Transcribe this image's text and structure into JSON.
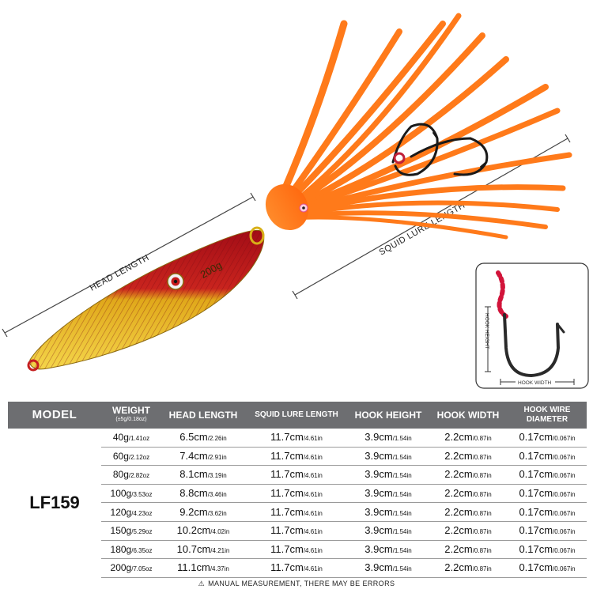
{
  "illustration": {
    "head_length_label": "HEAD LENGTH",
    "squid_lure_length_label": "SQUID LURE LENGTH",
    "lure_weight_mark": "200g",
    "hook_height_label": "HOOK HEIGHT",
    "hook_width_label": "HOOK WIDTH",
    "colors": {
      "lure_gold": "#e8c21a",
      "lure_red": "#b3121b",
      "squid_orange": "#ff7a1a",
      "table_header": "#6d6e71"
    },
    "icons": [
      "lure-icon",
      "squid-skirt-icon",
      "treble-hook-icon",
      "assist-hook-icon"
    ]
  },
  "table": {
    "headers": {
      "model": "MODEL",
      "weight": "WEIGHT",
      "weight_tolerance": "(±5g/0.18oz)",
      "head_length": "HEAD LENGTH",
      "squid_lure_length": "SQUID LURE LENGTH",
      "hook_height": "HOOK HEIGHT",
      "hook_width": "HOOK WIDTH",
      "hook_wire_diameter": "HOOK WIRE DIAMETER"
    },
    "model": "LF159",
    "rows": [
      {
        "weight": "40g",
        "weight_oz": "/1.41oz",
        "head": "6.5cm",
        "head_in": "/2.26in",
        "squid": "11.7cm",
        "squid_in": "/4.61in",
        "hh": "3.9cm",
        "hh_in": "/1.54in",
        "hw": "2.2cm",
        "hw_in": "/0.87in",
        "wd": "0.17cm",
        "wd_in": "/0.067in"
      },
      {
        "weight": "60g",
        "weight_oz": "/2.12oz",
        "head": "7.4cm",
        "head_in": "/2.91in",
        "squid": "11.7cm",
        "squid_in": "/4.61in",
        "hh": "3.9cm",
        "hh_in": "/1.54in",
        "hw": "2.2cm",
        "hw_in": "/0.87in",
        "wd": "0.17cm",
        "wd_in": "/0.067in"
      },
      {
        "weight": "80g",
        "weight_oz": "/2.82oz",
        "head": "8.1cm",
        "head_in": "/3.19in",
        "squid": "11.7cm",
        "squid_in": "/4.61in",
        "hh": "3.9cm",
        "hh_in": "/1.54in",
        "hw": "2.2cm",
        "hw_in": "/0.87in",
        "wd": "0.17cm",
        "wd_in": "/0.067in"
      },
      {
        "weight": "100g",
        "weight_oz": "/3.53oz",
        "head": "8.8cm",
        "head_in": "/3.46in",
        "squid": "11.7cm",
        "squid_in": "/4.61in",
        "hh": "3.9cm",
        "hh_in": "/1.54in",
        "hw": "2.2cm",
        "hw_in": "/0.87in",
        "wd": "0.17cm",
        "wd_in": "/0.067in"
      },
      {
        "weight": "120g",
        "weight_oz": "/4.23oz",
        "head": "9.2cm",
        "head_in": "/3.62in",
        "squid": "11.7cm",
        "squid_in": "/4.61in",
        "hh": "3.9cm",
        "hh_in": "/1.54in",
        "hw": "2.2cm",
        "hw_in": "/0.87in",
        "wd": "0.17cm",
        "wd_in": "/0.067in"
      },
      {
        "weight": "150g",
        "weight_oz": "/5.29oz",
        "head": "10.2cm",
        "head_in": "/4.02in",
        "squid": "11.7cm",
        "squid_in": "/4.61in",
        "hh": "3.9cm",
        "hh_in": "/1.54in",
        "hw": "2.2cm",
        "hw_in": "/0.87in",
        "wd": "0.17cm",
        "wd_in": "/0.067in"
      },
      {
        "weight": "180g",
        "weight_oz": "/6.35oz",
        "head": "10.7cm",
        "head_in": "/4.21in",
        "squid": "11.7cm",
        "squid_in": "/4.61in",
        "hh": "3.9cm",
        "hh_in": "/1.54in",
        "hw": "2.2cm",
        "hw_in": "/0.87in",
        "wd": "0.17cm",
        "wd_in": "/0.067in"
      },
      {
        "weight": "200g",
        "weight_oz": "/7.05oz",
        "head": "11.1cm",
        "head_in": "/4.37in",
        "squid": "11.7cm",
        "squid_in": "/4.61in",
        "hh": "3.9cm",
        "hh_in": "/1.54in",
        "hw": "2.2cm",
        "hw_in": "/0.87in",
        "wd": "0.17cm",
        "wd_in": "/0.067in"
      }
    ]
  },
  "footnote": "MANUAL MEASUREMENT, THERE MAY BE ERRORS"
}
